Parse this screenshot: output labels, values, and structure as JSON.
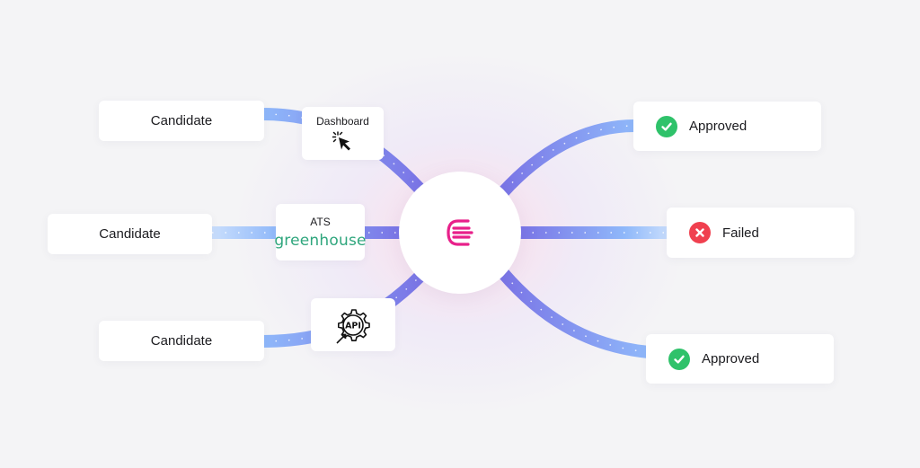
{
  "colors": {
    "flow_light": "#7aa8f5",
    "flow_dark": "#7a75e6",
    "approved": "#2fc26a",
    "failed": "#f0404f",
    "brand": "#e8208a",
    "greenhouse": "#2fa67d"
  },
  "sources": [
    {
      "label": "Candidate",
      "channel_label": "Dashboard",
      "channel_icon": "cursor-click-icon"
    },
    {
      "label": "Candidate",
      "channel_label": "ATS",
      "channel_brand": "greenhouse"
    },
    {
      "label": "Candidate",
      "channel_icon": "api-gear-icon"
    }
  ],
  "hub": {
    "icon": "brand-logo-icon"
  },
  "results": [
    {
      "label": "Approved",
      "icon": "check-circle-icon"
    },
    {
      "label": "Failed",
      "icon": "x-circle-icon"
    },
    {
      "label": "Approved",
      "icon": "check-circle-icon"
    }
  ],
  "api_icon_text": "API"
}
